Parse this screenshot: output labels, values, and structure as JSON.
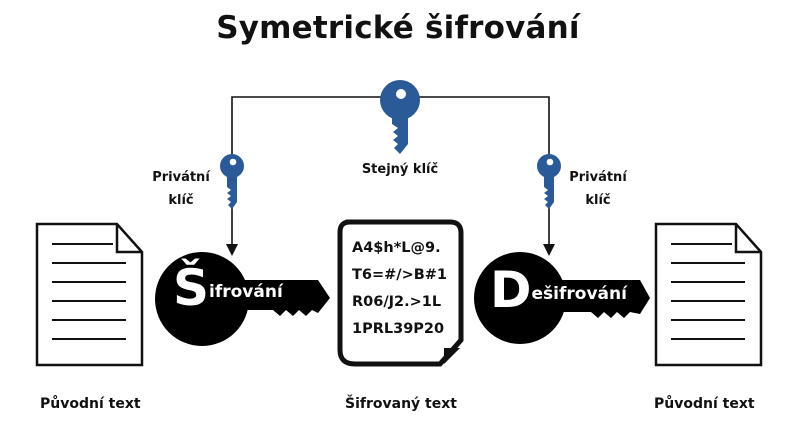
{
  "title": "Symetrické šifrování",
  "colors": {
    "key_blue": "#2a5b98",
    "lines": "#111111",
    "key_shape": "#000000"
  },
  "shared_key": {
    "label": "Stejný klíč",
    "icon": "key-icon"
  },
  "left_private_key": {
    "label_line1": "Privátní",
    "label_line2": "klíč",
    "icon": "key-icon"
  },
  "right_private_key": {
    "label_line1": "Privátní",
    "label_line2": "klíč",
    "icon": "key-icon"
  },
  "encrypt": {
    "initial": "Š",
    "rest": "ifrování"
  },
  "decrypt": {
    "initial": "D",
    "rest": "ešifrování"
  },
  "ciphertext_lines": [
    "A4$h*L@9.",
    "T6=#/>B#1",
    "R06/J2.>1L",
    "1PRL39P20"
  ],
  "bottom_labels": {
    "left": "Původní text",
    "middle": "Šifrovaný text",
    "right": "Původní text"
  }
}
